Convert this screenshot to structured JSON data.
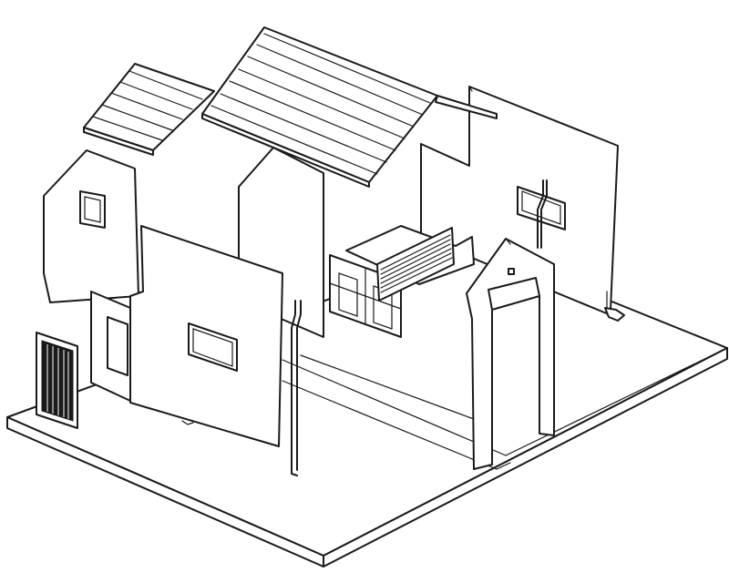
{
  "diagram": {
    "colors": {
      "line": "#1a1a1a",
      "fill": "#ffffff"
    },
    "parts": [
      "base-platform",
      "back-wall",
      "left-gable-wall",
      "left-roof",
      "main-roof",
      "center-gable-wall",
      "front-wall-with-window",
      "front-door",
      "side-door-wall",
      "window-frame",
      "louvered-shutter",
      "drainpipe-front",
      "drainpipe-back"
    ]
  }
}
